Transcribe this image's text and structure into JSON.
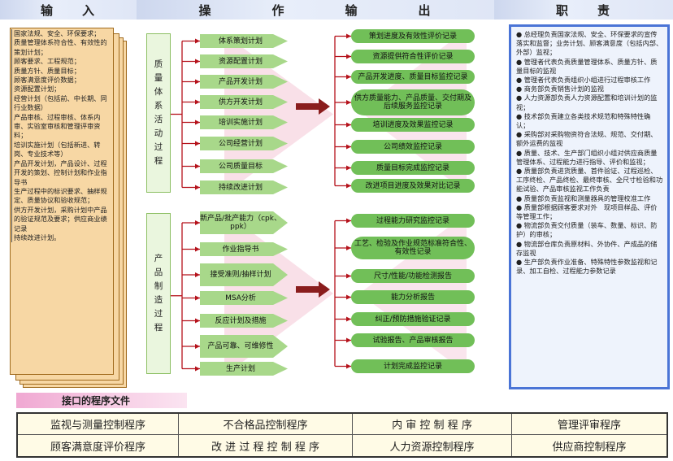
{
  "headers": {
    "input": "输　　入",
    "operation": [
      "操",
      "作",
      "输",
      "出"
    ],
    "duty": "职　　责"
  },
  "inputs": [
    "国家法规、安全、环保要求；",
    "质量管理体系符合性、有效性的策划计划；",
    "顾客要求、工程规范；",
    "质量方针、质量目标；",
    "顾客满意度评价数据；",
    "资源配置计划；",
    "经营计划（包括前、中长期、同行业数据）",
    "产品审核、过程审核、体系内审、实验室审核和管理评审资料；",
    "培训实施计划（包括新进、转岗、专业技术等）",
    "产品开发计划，产品设计、过程开发的策划、控制计划和作业指导书",
    "生产过程中的标识要求、抽样规定、质量协议和验收规范；",
    "供方开发计划，采购计划中产品的验证规范及要求；供应商业绩记录",
    "持续改进计划。"
  ],
  "groups": [
    {
      "label": [
        "质",
        "量",
        "体",
        "系",
        "活",
        "动",
        "过",
        "程"
      ],
      "activities": [
        "体系策划计划",
        "资源配置计划",
        "产品开发计划",
        "供方开发计划",
        "培训实施计划",
        "公司经营计划",
        "公司质量目标",
        "持续改进计划"
      ],
      "outputs": [
        "策划进度及有效性评价记录",
        "资源提供符合性评价记录",
        "产品开发进度、质量目标监控记录",
        "供方质量能力、产品质量、交付期及后续服务监控记录",
        "培训进度及效果监控记录",
        "公司绩效监控记录",
        "质量目标完成监控记录",
        "改进项目进度及效果对比记录"
      ]
    },
    {
      "label": [
        "产",
        "品",
        "制",
        "造",
        "过",
        "程"
      ],
      "activities": [
        "新产品/批产能力（cpk、ppk）",
        "作业指导书",
        "接受准则/抽样计划",
        "MSA分析",
        "反应计划及措施",
        "产品可靠、可维修性",
        "生产计划"
      ],
      "outputs": [
        "过程能力研究监控记录",
        "工艺、检验及作业规范标准符合性、有效性记录",
        "尺寸/性能/功能检测报告",
        "能力分析报告",
        "纠正/预防措施验证记录",
        "试验报告、产品审核报告",
        "计划完成监控记录"
      ]
    }
  ],
  "duties": [
    "● 总经理负责国家法规、安全、环保要求的宣传落实和监督；业务计划、顾客满意度（包括内部、外部）监视；",
    "● 管理者代表负责质量管理体系、质量方针、质量目标的监视",
    "● 管理者代表负责组织小组进行过程审核工作",
    "● 商务部负责销售计划的监视",
    "● 人力资源部负责人力资源配置和培训计划的监视；",
    "● 技术部负责建立各类技术规范和特殊特性确认；",
    "● 采购部对采购物资符合法规、规范、交付期、额外运费的监视",
    "● 质量、技术、生产部门组织小组对供应商质量管理体系、过程能力进行指导、评价和监视；",
    "● 质量部负责进货质量、首件验证、过程巡检、工序终检、产品终检、最终审核、全尺寸检验和功能试验、产品审核监视工作负责",
    "● 质量部负责监视和测量器具的管理校准工作",
    "● 质量部根据顾客要求对外　现项目样品、评价等管理工作；",
    "● 物流部负责交付质量（装车、数量、标识、防护）的审核；",
    "● 物流部仓库负责原材料、外协件、产成品的储存监视",
    "● 生产部负责作业准备、特殊特性参数监视和记录、加工自检、过程能力参数记录"
  ],
  "interface": {
    "title": "接口的程序文件",
    "rows": [
      [
        "监视与测量控制程序",
        "不合格品控制程序",
        "内 审 控 制 程 序",
        "管理评审程序"
      ],
      [
        "顾客满意度评价程序",
        "改 进 过 程 控 制 程 序",
        "人力资源控制程序",
        "供应商控制程序"
      ]
    ]
  },
  "colors": {
    "activity_pill": "#a8d88a",
    "output_pill": "#71bf58",
    "bracket": "#b5121b",
    "big_arrow": "#8a1d1d",
    "duty_border": "#4a74d6",
    "input_fill": "#f7d7a4"
  }
}
